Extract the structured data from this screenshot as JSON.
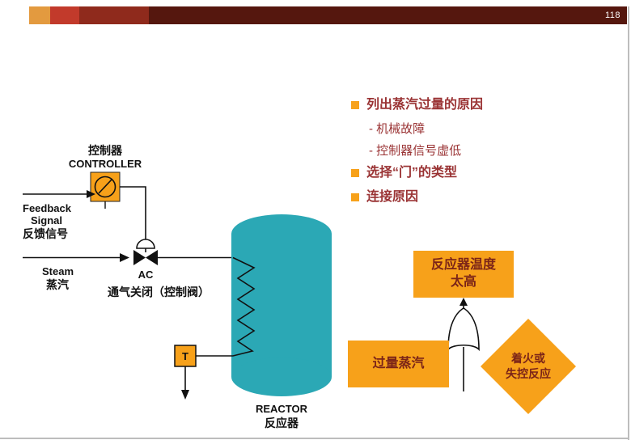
{
  "page": {
    "number": "118"
  },
  "colors": {
    "orange": "#F7A11A",
    "teal": "#2BA8B5",
    "maroon": "#9A3334",
    "boxtext": "#7B2418",
    "bar1": "#E39A3F",
    "bar2": "#C23A2B",
    "bar3": "#8F2A1C",
    "bar4": "#55170E"
  },
  "diagram": {
    "controller_cn": "控制器",
    "controller_en": "CONTROLLER",
    "feedback_en1": "Feedback",
    "feedback_en2": "Signal",
    "feedback_cn": "反馈信号",
    "steam_en": "Steam",
    "steam_cn": "蒸汽",
    "valve_tag": "AC",
    "valve_desc": "通气关闭（控制阀）",
    "temp_tag": "T",
    "reactor_en": "REACTOR",
    "reactor_cn": "反应器"
  },
  "bullets": [
    {
      "text": "列出蒸汽过量的原因"
    },
    {
      "text": "- 机械故障"
    },
    {
      "text": "- 控制器信号虚低"
    },
    {
      "text": "选择“门”的类型"
    },
    {
      "text": "连接原因"
    }
  ],
  "fault_tree": {
    "top_line1": "反应器温度",
    "top_line2": "太高",
    "left_event": "过量蒸汽",
    "right_line1": "着火或",
    "right_line2": "失控反应"
  }
}
